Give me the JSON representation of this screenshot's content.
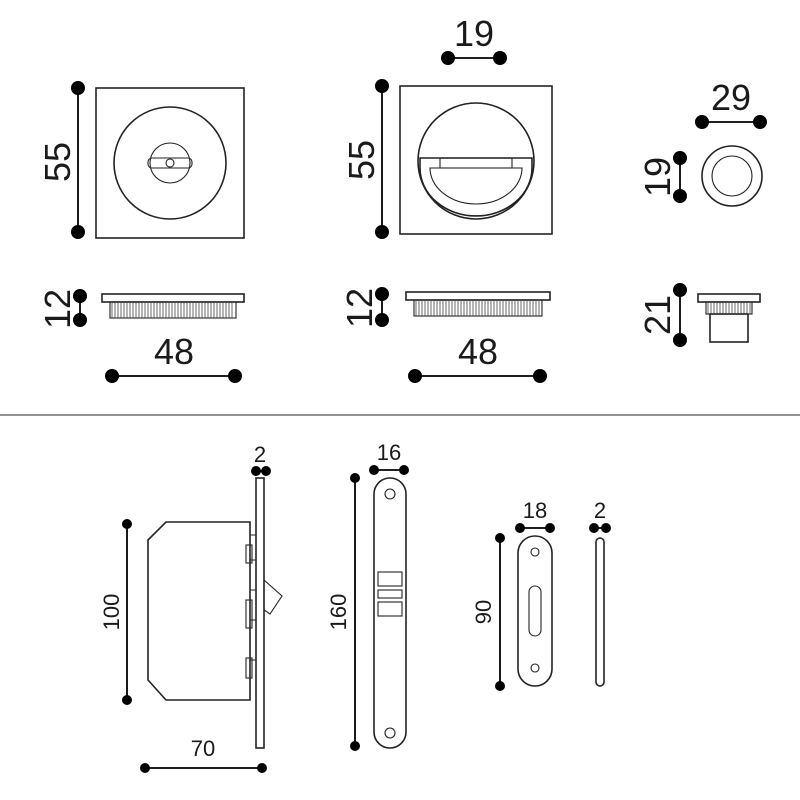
{
  "dimensions": {
    "square_plate_height": "55",
    "square_plate_depth": "12",
    "square_plate_width": "48",
    "pull_plate_height": "55",
    "pull_plate_depth": "12",
    "pull_plate_width": "48",
    "pull_ring_width": "19",
    "knob_diameter": "29",
    "knob_inner": "19",
    "knob_height": "21",
    "lock_body_height": "100",
    "lock_body_width": "70",
    "lock_faceplate_thickness": "2",
    "forend_length": "160",
    "forend_width": "16",
    "strike_height": "90",
    "strike_width": "18",
    "strike_thickness": "2"
  },
  "colors": {
    "line": "#222222",
    "dimension": "#000000",
    "separator": "#555555"
  }
}
